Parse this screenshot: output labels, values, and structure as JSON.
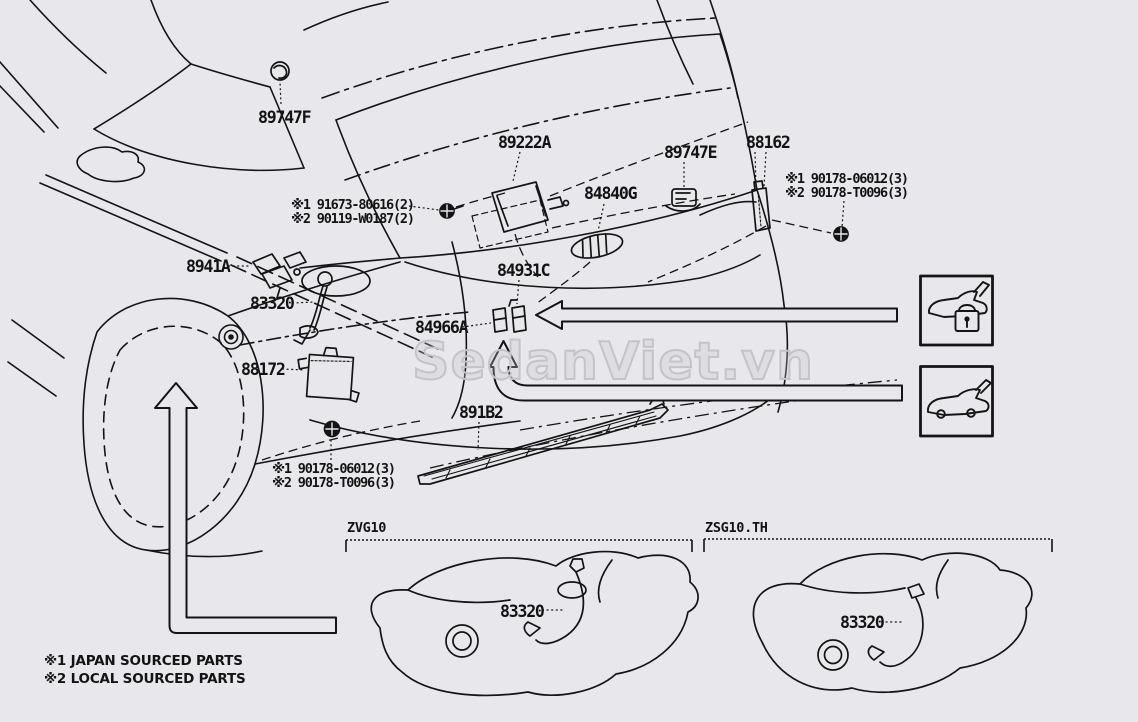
{
  "watermark": {
    "text": "SedanViet.vn"
  },
  "part_labels": {
    "roof_sensor": "89747F",
    "door_control_module": "89222A",
    "back_door_sensor": "89747E",
    "back_door_stay_bracket": "88162",
    "luggage_opener_switch": "84840G",
    "fuel_valve": "8941A",
    "clip_upper": "84931C",
    "fuel_pump_main": "83320",
    "clip_lower": "84966A",
    "relay_module": "88172",
    "sill_protector": "891B2",
    "tank1_sender": "83320",
    "tank2_sender": "83320"
  },
  "fastener_notes": {
    "noteA_line1": "※1 91673-80616(2)",
    "noteA_line2": "※2 90119-W0187(2)",
    "noteB_line1": "※1 90178-06012(3)",
    "noteB_line2": "※2 90178-T0096(3)",
    "noteC_line1": "※1 90178-06012(3)",
    "noteC_line2": "※2 90178-T0096(3)"
  },
  "sections": {
    "tank1_code": "ZVG10",
    "tank2_code": "ZSG10.TH"
  },
  "legend": {
    "line1": "※1 JAPAN SOURCED PARTS",
    "line2": "※2 LOCAL SOURCED PARTS"
  },
  "icons": {
    "box1": "liftgate-lock-icon",
    "box2": "liftgate-open-icon"
  },
  "colors": {
    "background": "#e8e8ec",
    "line": "#141414",
    "watermark_outline": "#c3c3ca"
  }
}
